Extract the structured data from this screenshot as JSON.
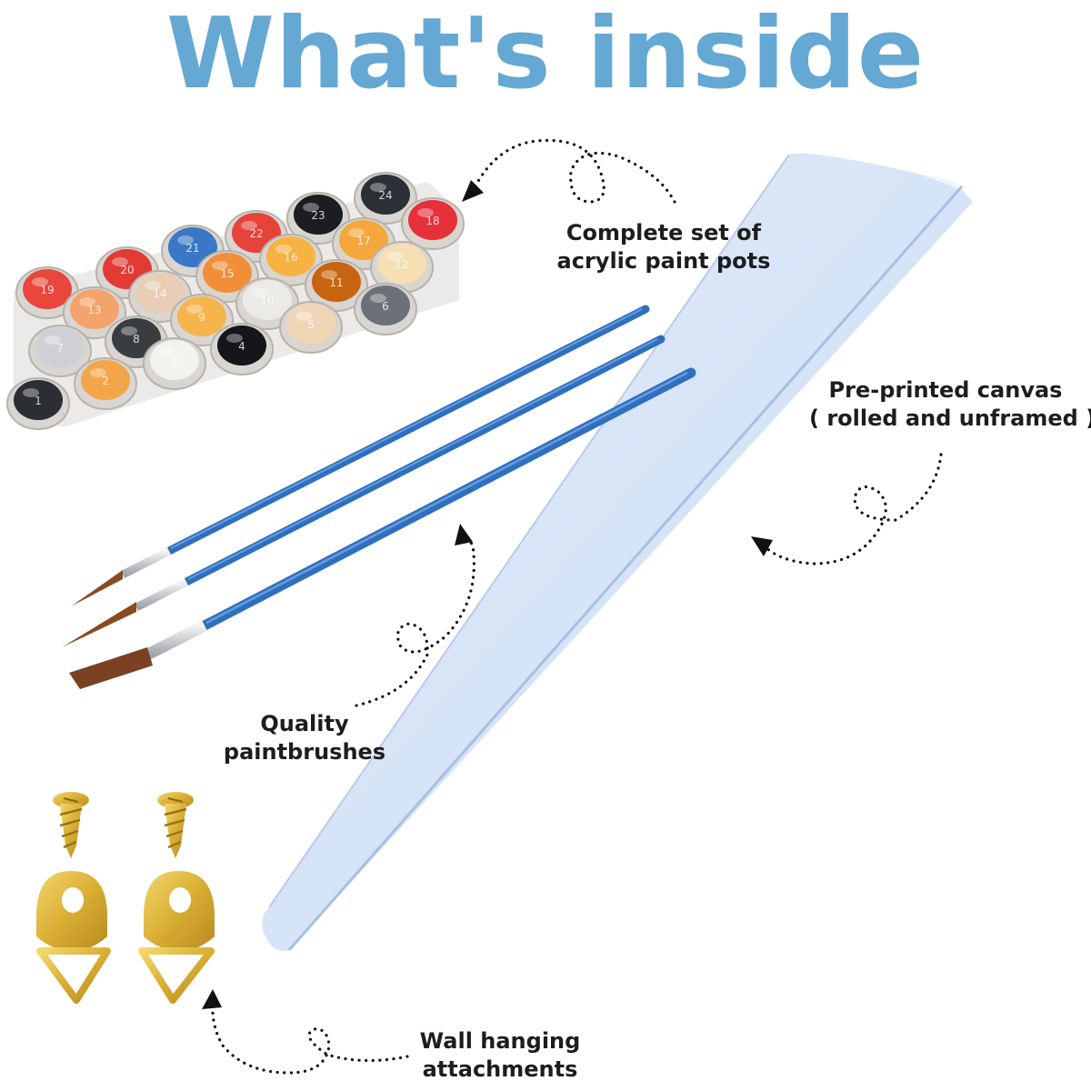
{
  "title": "What's inside",
  "colors": {
    "title": "#64a8d3",
    "canvas_roll": "#d3e2f7",
    "brush_handle": "#2f6fc0",
    "hardware_brass": "#d9b23a",
    "caption_text": "#1d1d1d"
  },
  "captions": {
    "paint_pots": [
      "Complete set of",
      "acrylic paint pots"
    ],
    "canvas": [
      "Pre-printed canvas",
      "( rolled and unframed )"
    ],
    "brushes": [
      "Quality",
      "paintbrushes"
    ],
    "hanging": [
      "Wall hanging",
      "attachments"
    ]
  },
  "paint_pots": [
    {
      "n": "19",
      "color": "#e9473c"
    },
    {
      "n": "20",
      "color": "#e23b34"
    },
    {
      "n": "21",
      "color": "#3a78c6"
    },
    {
      "n": "22",
      "color": "#e6433b"
    },
    {
      "n": "23",
      "color": "#1b1d22"
    },
    {
      "n": "24",
      "color": "#2b2f36"
    },
    {
      "n": "18",
      "color": "#e5313a"
    },
    {
      "n": "13",
      "color": "#f2a46c"
    },
    {
      "n": "14",
      "color": "#e9cdb5"
    },
    {
      "n": "15",
      "color": "#f18f39"
    },
    {
      "n": "16",
      "color": "#f7b244"
    },
    {
      "n": "17",
      "color": "#f4a73a"
    },
    {
      "n": "12",
      "color": "#f6dfb3"
    },
    {
      "n": "7",
      "color": "#cfd0d6"
    },
    {
      "n": "8",
      "color": "#3a3d40"
    },
    {
      "n": "9",
      "color": "#f6b54c"
    },
    {
      "n": "10",
      "color": "#eceae6"
    },
    {
      "n": "11",
      "color": "#c7640f"
    },
    {
      "n": "6",
      "color": "#6c7078"
    },
    {
      "n": "1",
      "color": "#2b2e33"
    },
    {
      "n": "2",
      "color": "#f3a54a"
    },
    {
      "n": "3",
      "color": "#f2f2ee"
    },
    {
      "n": "4",
      "color": "#15161b"
    },
    {
      "n": "5",
      "color": "#f1d6b6"
    }
  ]
}
